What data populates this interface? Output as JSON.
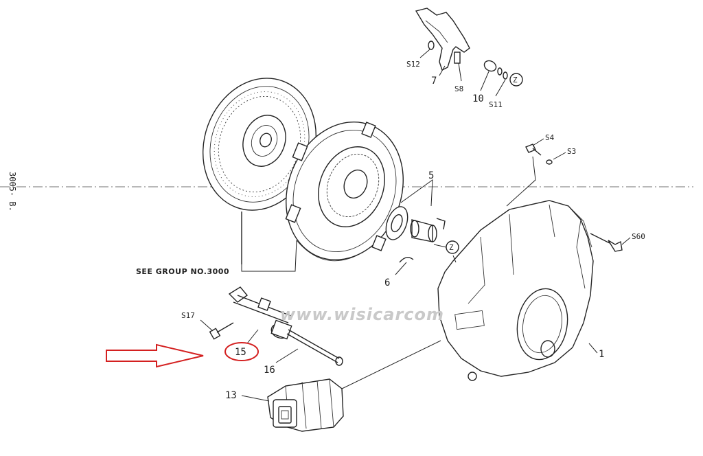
{
  "side_text": "3005- B.",
  "watermark": "www.wisicarcom",
  "see_group": "SEE GROUP NO.3000",
  "callouts": {
    "p1": "1",
    "p5": "5",
    "p6": "6",
    "p7": "7",
    "p10": "10",
    "p13": "13",
    "p15": "15",
    "p16": "16",
    "s3": "S3",
    "s4": "S4",
    "s8": "S8",
    "s11": "S11",
    "s12": "S12",
    "s17": "S17",
    "s60": "S60",
    "z1": "Z",
    "z2": "Z"
  },
  "highlight_color": "#d42020",
  "line_color": "#222222"
}
